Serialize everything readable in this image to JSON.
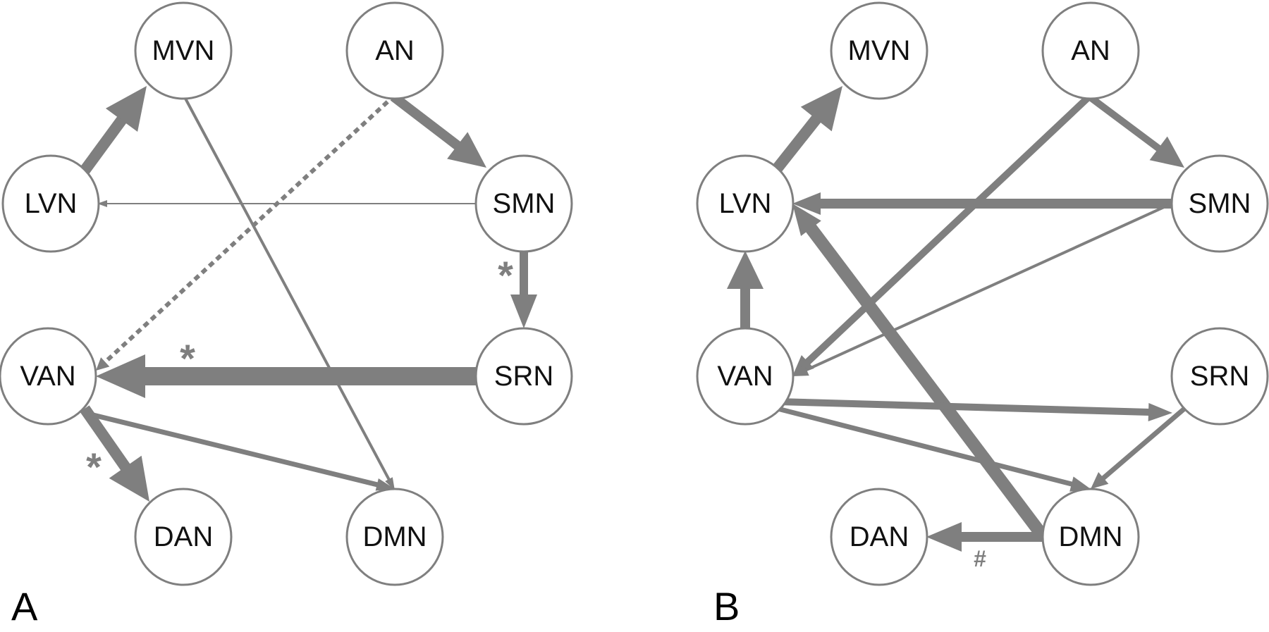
{
  "edge_color": "#7f7f7f",
  "panels": [
    {
      "label": "A",
      "nodes": {
        "mvn": "MVN",
        "an": "AN",
        "lvn": "LVN",
        "smn": "SMN",
        "van": "VAN",
        "srn": "SRN",
        "dan": "DAN",
        "dmn": "DMN"
      },
      "edges": [
        {
          "from": "LVN",
          "to": "MVN",
          "weight": "very strong"
        },
        {
          "from": "AN",
          "to": "SMN",
          "weight": "strong"
        },
        {
          "from": "AN",
          "to": "VAN",
          "style": "dotted"
        },
        {
          "from": "MVN",
          "to": "DMN",
          "weight": "weak"
        },
        {
          "from": "SMN",
          "to": "LVN",
          "weight": "very weak"
        },
        {
          "from": "SMN",
          "to": "SRN",
          "weight": "strong",
          "mark": "*"
        },
        {
          "from": "SRN",
          "to": "VAN",
          "weight": "strongest",
          "mark": "*"
        },
        {
          "from": "VAN",
          "to": "DAN",
          "weight": "very strong",
          "mark": "*"
        },
        {
          "from": "VAN",
          "to": "DMN",
          "weight": "medium"
        }
      ],
      "marks": {
        "smn_srn": "*",
        "srn_van": "*",
        "van_dan": "*"
      }
    },
    {
      "label": "B",
      "nodes": {
        "mvn": "MVN",
        "an": "AN",
        "lvn": "LVN",
        "smn": "SMN",
        "van": "VAN",
        "srn": "SRN",
        "dan": "DAN",
        "dmn": "DMN"
      },
      "edges": [
        {
          "from": "LVN",
          "to": "MVN",
          "weight": "very strong"
        },
        {
          "from": "AN",
          "to": "SMN",
          "weight": "medium"
        },
        {
          "from": "AN",
          "to": "VAN",
          "weight": "strong"
        },
        {
          "from": "SMN",
          "to": "LVN",
          "weight": "strong"
        },
        {
          "from": "SMN",
          "to": "VAN",
          "weight": "weak"
        },
        {
          "from": "VAN",
          "to": "LVN",
          "weight": "strong"
        },
        {
          "from": "DMN",
          "to": "LVN",
          "weight": "very strong"
        },
        {
          "from": "VAN",
          "to": "SRN",
          "weight": "strong"
        },
        {
          "from": "VAN",
          "to": "DMN",
          "weight": "medium"
        },
        {
          "from": "SRN",
          "to": "DMN",
          "weight": "medium"
        },
        {
          "from": "DMN",
          "to": "DAN",
          "weight": "strong",
          "mark": "#"
        }
      ],
      "marks": {
        "dmn_dan": "#"
      }
    }
  ]
}
